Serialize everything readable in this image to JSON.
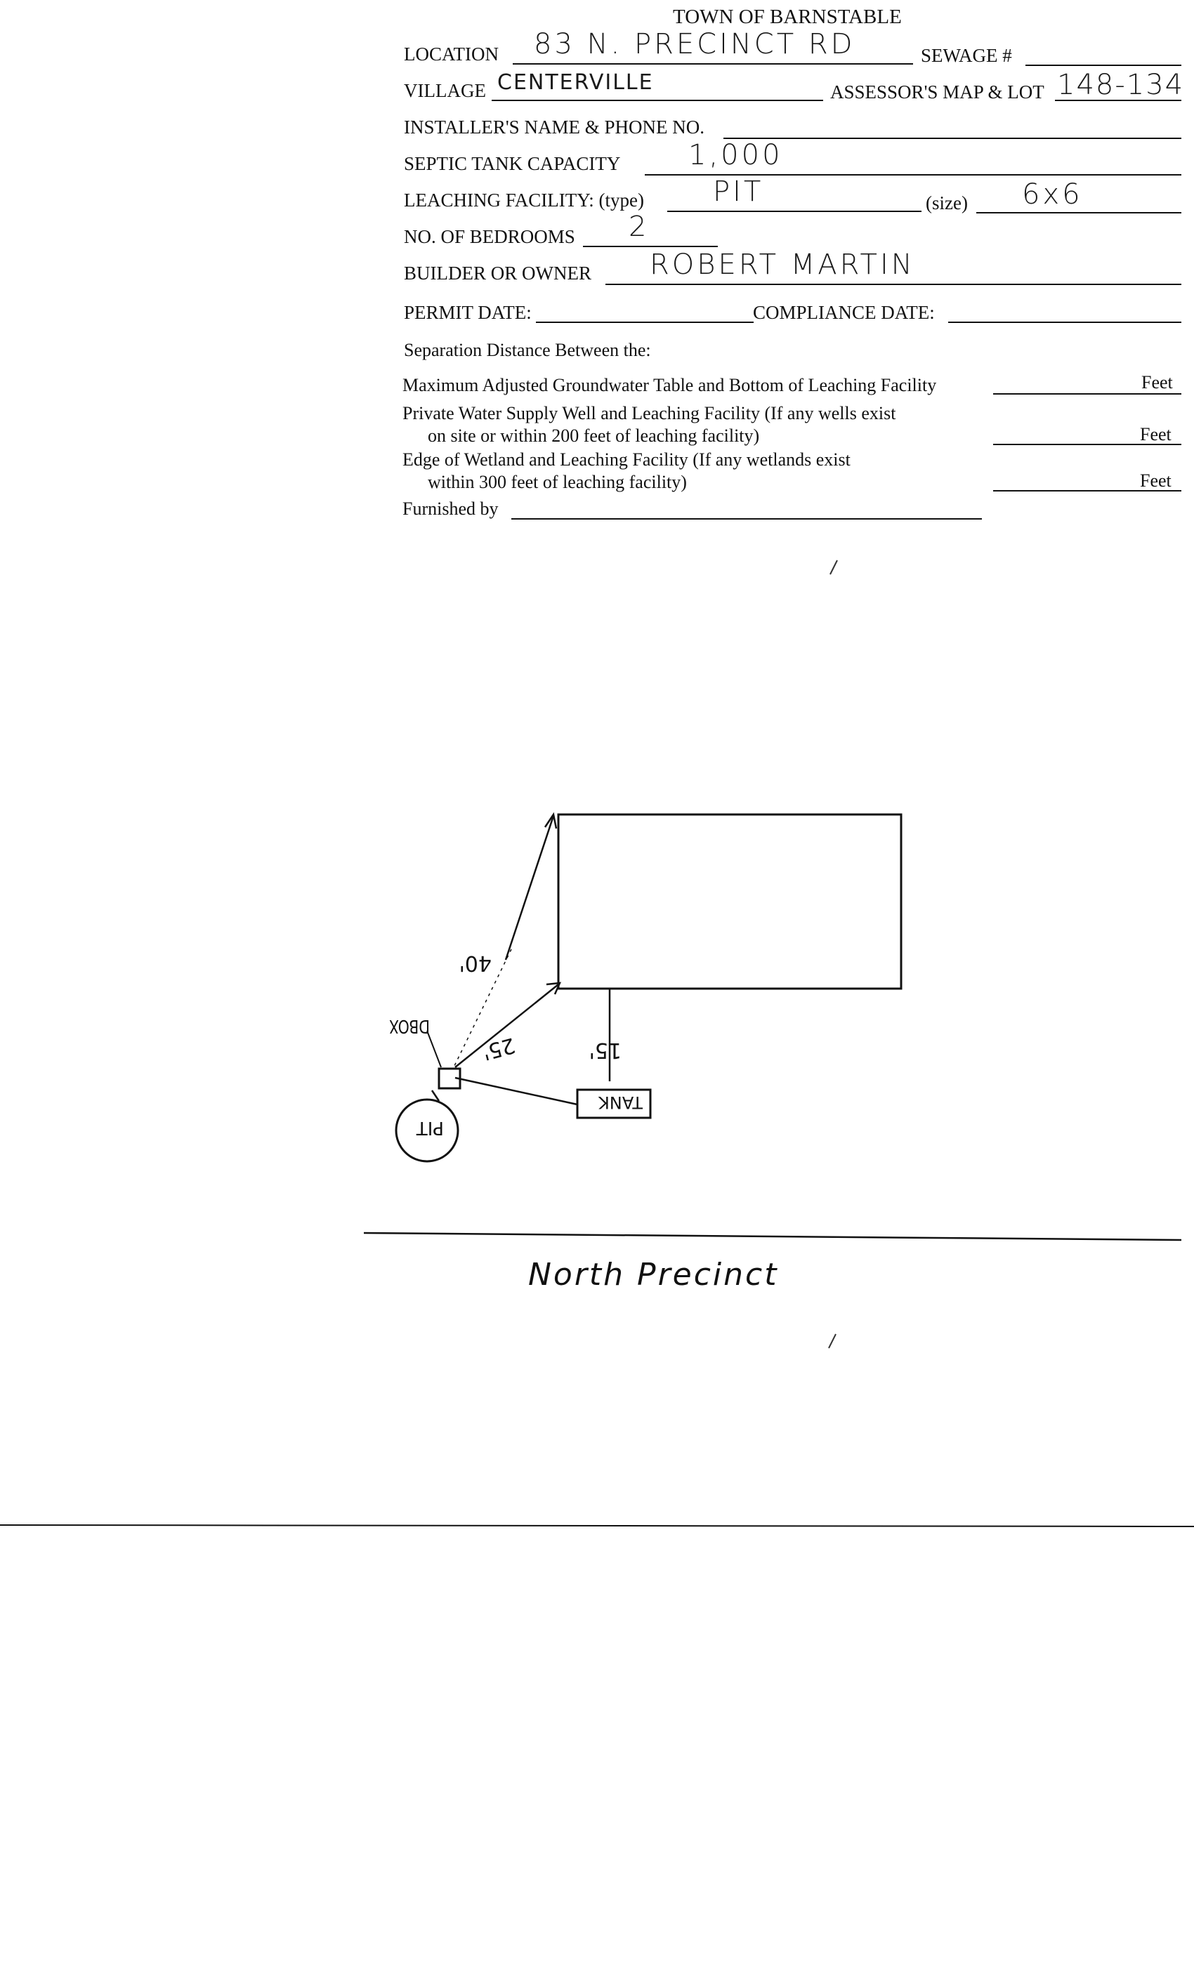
{
  "header": {
    "title": "TOWN OF BARNSTABLE"
  },
  "form": {
    "location_label": "LOCATION",
    "location_value": "83 N. PRECINCT RD",
    "sewage_label": "SEWAGE #",
    "sewage_value": "",
    "village_label": "VILLAGE",
    "village_value": "CENTERVILLE",
    "map_lot_label": "ASSESSOR'S MAP & LOT",
    "map_lot_value": "148-134",
    "installer_label": "INSTALLER'S NAME & PHONE NO.",
    "installer_value": "",
    "septic_label": "SEPTIC TANK CAPACITY",
    "septic_value": "1,000",
    "leaching_label": "LEACHING FACILITY: (type)",
    "leaching_type_value": "PIT",
    "size_label": "(size)",
    "size_value": "6x6",
    "bedrooms_label": "NO. OF BEDROOMS",
    "bedrooms_value": "2",
    "builder_label": "BUILDER OR OWNER",
    "builder_value": "ROBERT MARTIN",
    "permit_label": "PERMIT DATE:",
    "compliance_label": "COMPLIANCE DATE:"
  },
  "separation": {
    "heading": "Separation Distance Between the:",
    "row1": "Maximum Adjusted Groundwater Table and Bottom of Leaching Facility",
    "row2a": "Private Water Supply Well and Leaching Facility  (If any wells exist",
    "row2b": "on site or within 200 feet of leaching facility)",
    "row3a": "Edge of Wetland and Leaching Facility (If any wetlands exist",
    "row3b": "within 300 feet of leaching facility)",
    "unit": "Feet",
    "furnished_label": "Furnished by"
  },
  "sketch": {
    "dist_house_corner": "40'",
    "dist_house": "25'",
    "dist_tank": "15'",
    "label_dbox": "DBOX",
    "label_tank": "TANK",
    "label_pit": "PIT",
    "street": "North Precinct"
  }
}
